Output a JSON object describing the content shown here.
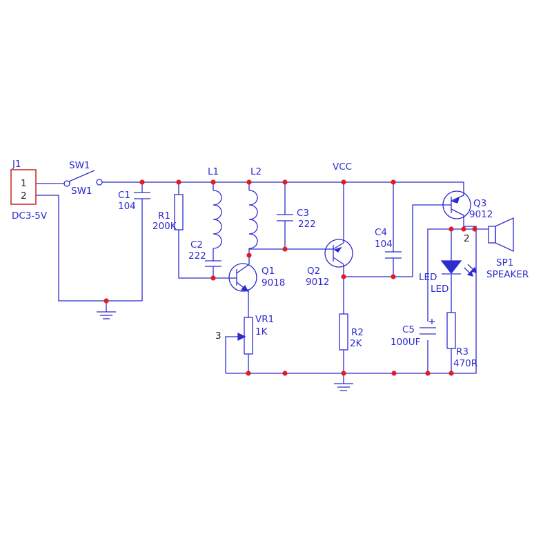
{
  "schematic": {
    "connector": {
      "ref": "J1",
      "pin1": "1",
      "pin2": "2",
      "spec": "DC3-5V"
    },
    "switch": {
      "ref_top": "SW1",
      "ref_bottom": "SW1"
    },
    "c1": {
      "ref": "C1",
      "value": "104"
    },
    "r1": {
      "ref": "R1",
      "value": "200K"
    },
    "l1": {
      "ref": "L1"
    },
    "l2": {
      "ref": "L2"
    },
    "c2": {
      "ref": "C2",
      "value": "222"
    },
    "c3": {
      "ref": "C3",
      "value": "222"
    },
    "vcc": {
      "label": "VCC"
    },
    "q1": {
      "ref": "Q1",
      "value": "9018"
    },
    "q2": {
      "ref": "Q2",
      "value": "9012"
    },
    "q3": {
      "ref": "Q3",
      "value": "9012",
      "pin": "2"
    },
    "c4": {
      "ref": "C4",
      "value": "104"
    },
    "vr1": {
      "ref": "VR1",
      "value": "1K",
      "pin": "3"
    },
    "r2": {
      "ref": "R2",
      "value": "2K"
    },
    "c5": {
      "ref": "C5",
      "value": "100UF"
    },
    "led": {
      "ref": "LED",
      "value": "LED"
    },
    "r3": {
      "ref": "R3",
      "value": "470R"
    },
    "speaker": {
      "ref": "SP1",
      "value": "SPEAKER"
    }
  },
  "colors": {
    "wire": "#2b2bd0",
    "junction": "#e21b26",
    "connector_outline": "#c83228"
  }
}
